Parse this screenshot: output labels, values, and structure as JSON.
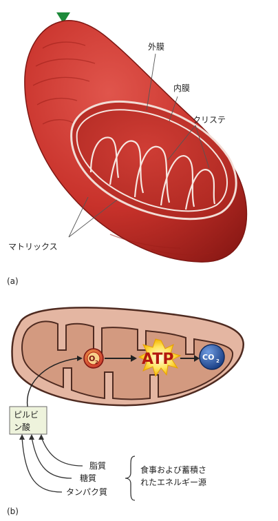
{
  "panel_a": {
    "label": "(a)",
    "labels": {
      "outer_membrane": "外膜",
      "inner_membrane": "内膜",
      "cristae": "クリステ",
      "matrix": "マトリックス"
    }
  },
  "panel_b": {
    "label": "(b)",
    "o2": {
      "main": "O",
      "sub": "2"
    },
    "atp": "ATP",
    "co2": {
      "main": "CO",
      "sub": "2"
    },
    "pyruvate": {
      "line1": "ピルビ",
      "line2": "ン酸"
    },
    "sources": [
      "脂質",
      "糖質",
      "タンパク質"
    ],
    "energy_source": {
      "line1": "食事および蓄積さ",
      "line2": "れたエネルギー源"
    }
  },
  "colors": {
    "mito_red": "#c8322b",
    "mito_dark": "#8e1a16",
    "matrix_tan": "#d39a80",
    "membrane_dark": "#4e2a20",
    "pyruvate_fill": "#eef3dc",
    "co2_blue": "#1f4ea0",
    "marker_green": "#1d8a3a"
  }
}
